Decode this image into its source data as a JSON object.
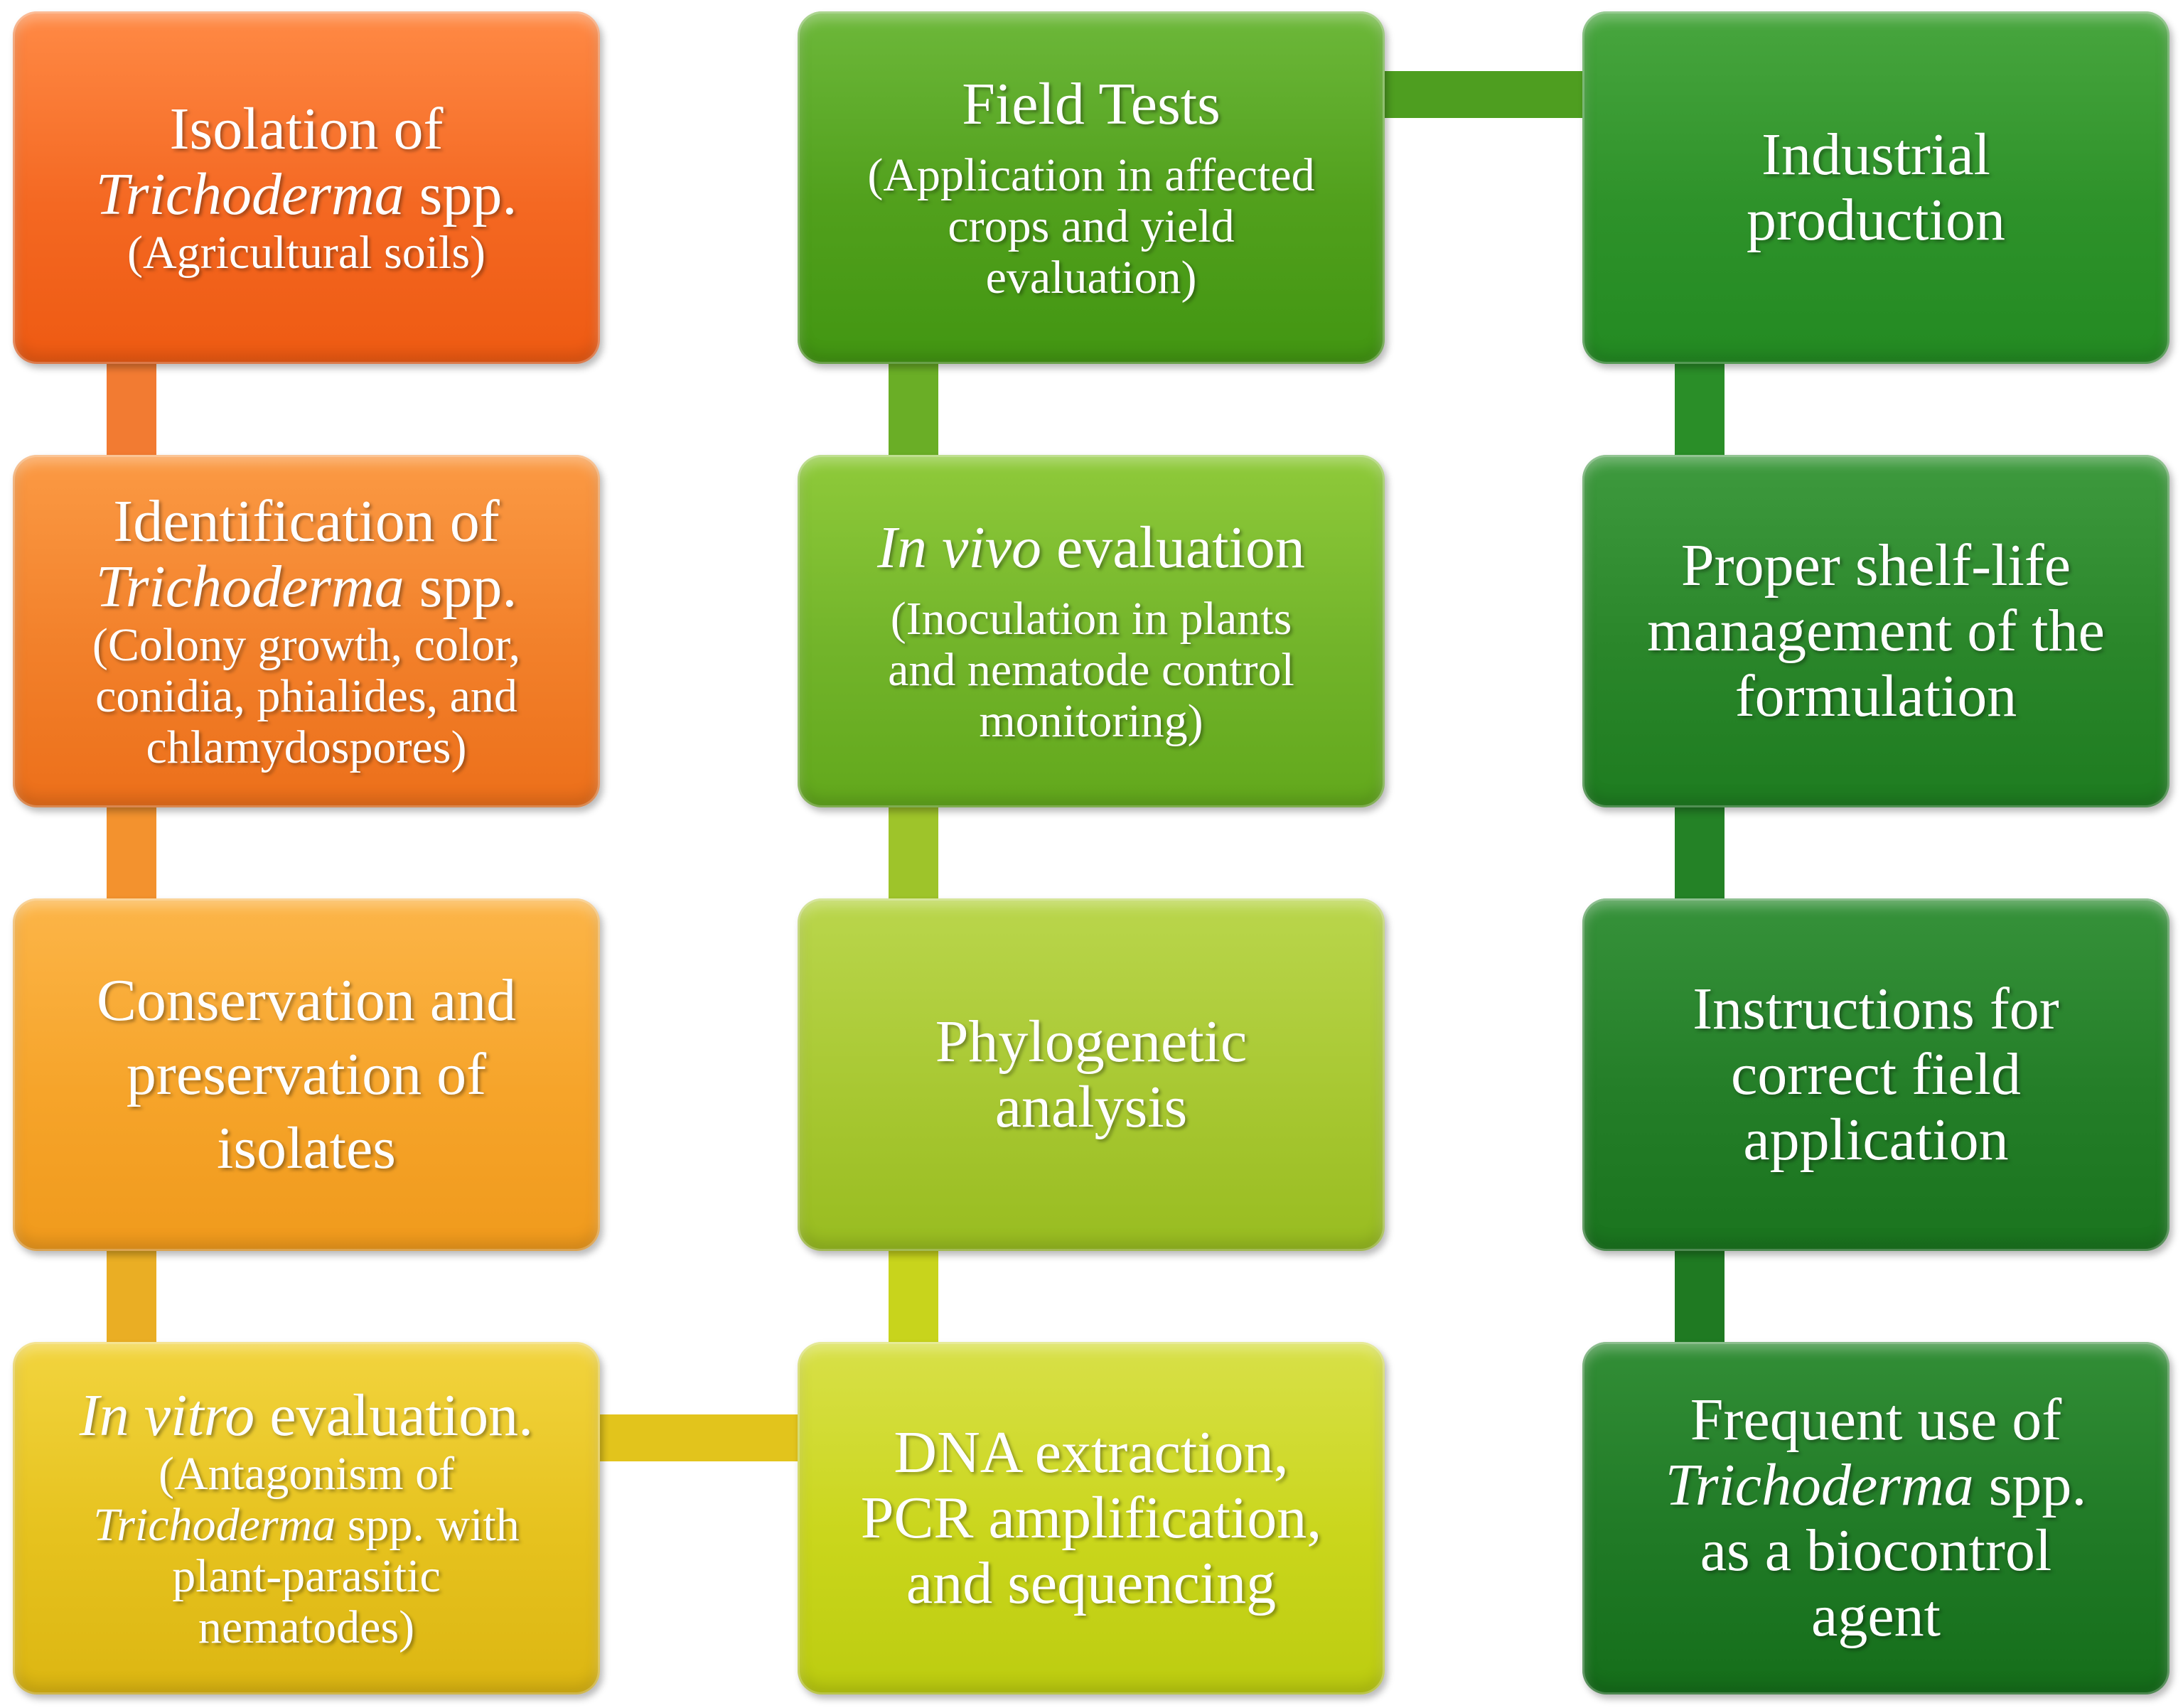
{
  "boxes": {
    "isolation": {
      "title_a": "Isolation of",
      "title_b_italic": "Trichoderma",
      "title_b_rest": " spp.",
      "sub": "(Agricultural soils)"
    },
    "identification": {
      "title_a": "Identification of",
      "title_b_italic": "Trichoderma",
      "title_b_rest": " spp.",
      "sub_1": "(Colony growth, color,",
      "sub_2": "conidia, phialides, and",
      "sub_3": "chlamydospores)"
    },
    "conservation": {
      "line_1": "Conservation and",
      "line_2": "preservation of",
      "line_3": "isolates"
    },
    "in_vitro": {
      "title_italic": "In vitro",
      "title_rest": " evaluation.",
      "sub_1": "(Antagonism of",
      "sub_2_italic": "Trichoderma",
      "sub_2_rest": " spp. with",
      "sub_3": "plant-parasitic",
      "sub_4": "nematodes)"
    },
    "dna": {
      "line_1": "DNA extraction,",
      "line_2": "PCR amplification,",
      "line_3": "and sequencing"
    },
    "phylogenetic": {
      "line_1": "Phylogenetic",
      "line_2": "analysis"
    },
    "in_vivo": {
      "title_italic": "In vivo",
      "title_rest": " evaluation",
      "sub_1": "(Inoculation in plants",
      "sub_2": "and nematode control",
      "sub_3": "monitoring)"
    },
    "field_tests": {
      "title": "Field Tests",
      "sub_1": "(Application in affected",
      "sub_2": "crops and yield",
      "sub_3": "evaluation)"
    },
    "industrial": {
      "line_1": "Industrial",
      "line_2": "production"
    },
    "shelf_life": {
      "line_1": "Proper shelf-life",
      "line_2": "management of the",
      "line_3": "formulation"
    },
    "instructions": {
      "line_1": "Instructions for",
      "line_2": "correct field",
      "line_3": "application"
    },
    "frequent_use": {
      "line_1": "Frequent use of",
      "line_2_italic": "Trichoderma",
      "line_2_rest": " spp.",
      "line_3": "as a biocontrol",
      "line_4": "agent"
    }
  },
  "colors": {
    "orange_top": "#f46822",
    "orange_mid": "#f2802a",
    "orange_light": "#f6a42a",
    "yellow": "#e6c21e",
    "yellow_green": "#cad61c",
    "lime": "#a8c832",
    "green": "#72b42a",
    "green_mid": "#51a01c",
    "dark_green": "#2e922a",
    "darkest_green": "#207a26"
  }
}
